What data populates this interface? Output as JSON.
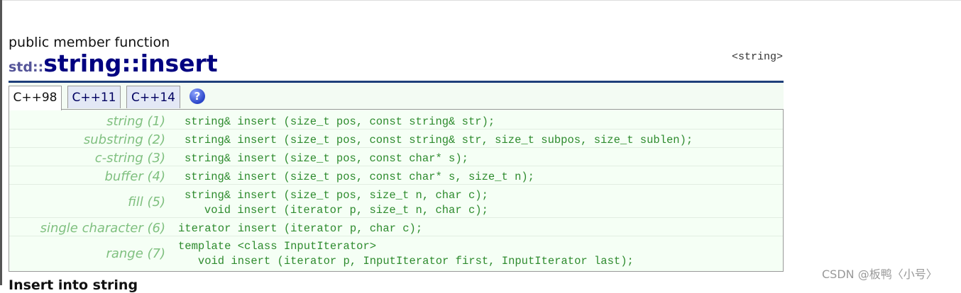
{
  "page": {
    "kind": "public member function",
    "namespace": "std::",
    "name": "string::insert",
    "header": "<string>"
  },
  "tabs": [
    {
      "label": "C++98",
      "active": true
    },
    {
      "label": "C++11",
      "active": false
    },
    {
      "label": "C++14",
      "active": false
    }
  ],
  "help_icon": {
    "glyph": "?",
    "icon": "help-icon"
  },
  "prototypes": [
    {
      "label": "string (1)",
      "lines": [
        "string& insert (size_t pos, const string& str);"
      ]
    },
    {
      "label": "substring (2)",
      "lines": [
        "string& insert (size_t pos, const string& str, size_t subpos, size_t sublen);"
      ]
    },
    {
      "label": "c-string (3)",
      "lines": [
        "string& insert (size_t pos, const char* s);"
      ]
    },
    {
      "label": "buffer (4)",
      "lines": [
        "string& insert (size_t pos, const char* s, size_t n);"
      ]
    },
    {
      "label": "fill (5)",
      "lines": [
        "string& insert (size_t pos, size_t n, char c);",
        "   void insert (iterator p, size_t n, char c);"
      ]
    },
    {
      "label": "single character (6)",
      "lines": [
        "iterator insert (iterator p, char c);"
      ]
    },
    {
      "label": "range (7)",
      "lines": [
        "template <class InputIterator>",
        "   void insert (iterator p, InputIterator first, InputIterator last);"
      ]
    }
  ],
  "section_heading": "Insert into string",
  "watermark": "CSDN @板鸭〈小号〉",
  "colors": {
    "accent_rule": "#1e3f7a",
    "code_text": "#2e8b2e",
    "label_text": "#80c080",
    "box_bg": "#f5fff5"
  }
}
